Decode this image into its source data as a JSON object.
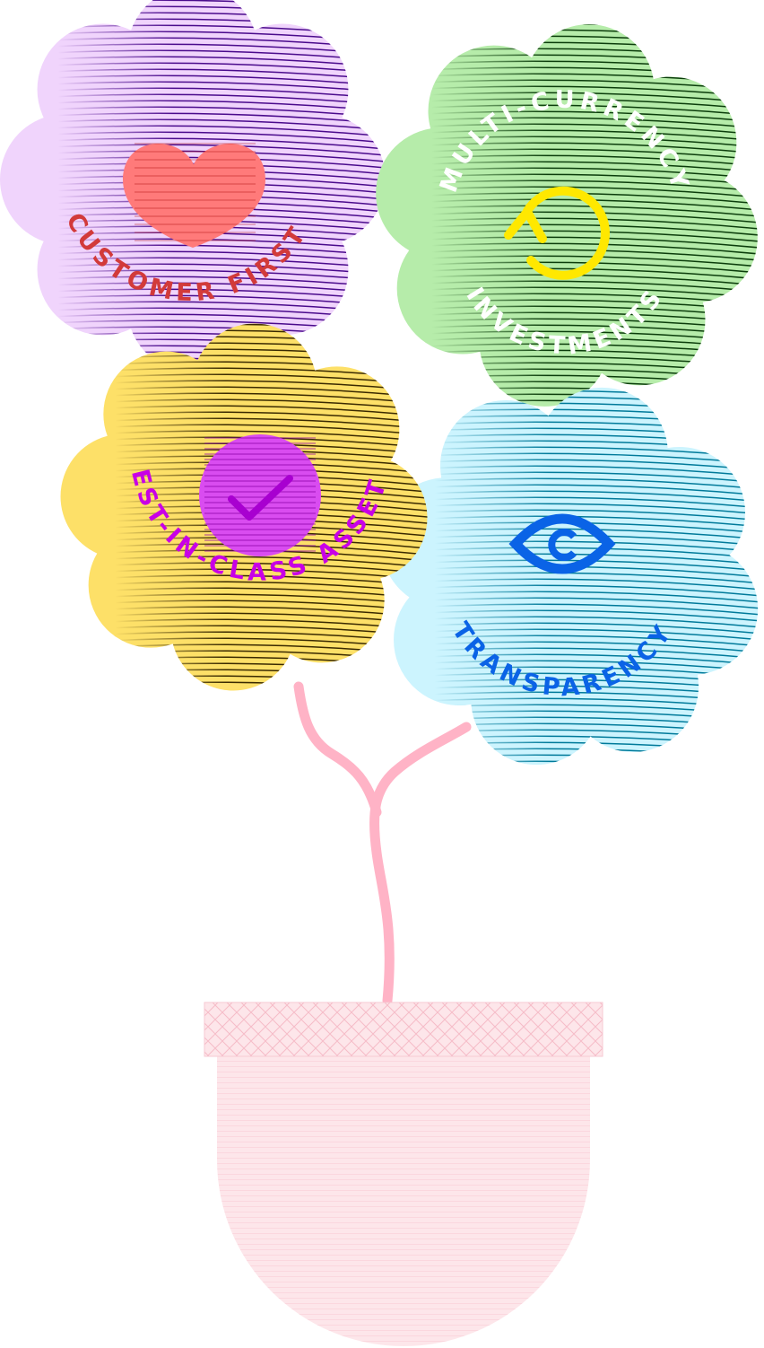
{
  "flowers": [
    {
      "id": "customer-first",
      "label": "CUSTOMER FIRST",
      "icon": "heart-icon",
      "fill": "#f0d4fc",
      "ink": "#4a0a8c",
      "label_color": "#d23a3a",
      "icon_color": "#ff7a7a"
    },
    {
      "id": "multi-currency",
      "label_top": "MULTI-CURRENCY",
      "label_bottom": "INVESTMENTS",
      "icon": "refresh-icon",
      "fill": "#b6ecaa",
      "ink": "#0b3d0b",
      "label_color": "#ffffff",
      "icon_color": "#ffe800"
    },
    {
      "id": "best-in-class",
      "label": "BEST-IN-CLASS ASSETS",
      "icon": "check-icon",
      "fill": "#fde068",
      "ink": "#3a2a00",
      "label_color": "#c800e6",
      "icon_color": "#d94cf0"
    },
    {
      "id": "transparency",
      "label": "TRANSPARENCY",
      "icon": "eye-icon",
      "fill": "#ccf4fe",
      "ink": "#007a9a",
      "label_color": "#0a63e6",
      "icon_color": "#0a63e6"
    }
  ],
  "stem_color": "#ffb3c6",
  "pot_color": "#fde6ea"
}
